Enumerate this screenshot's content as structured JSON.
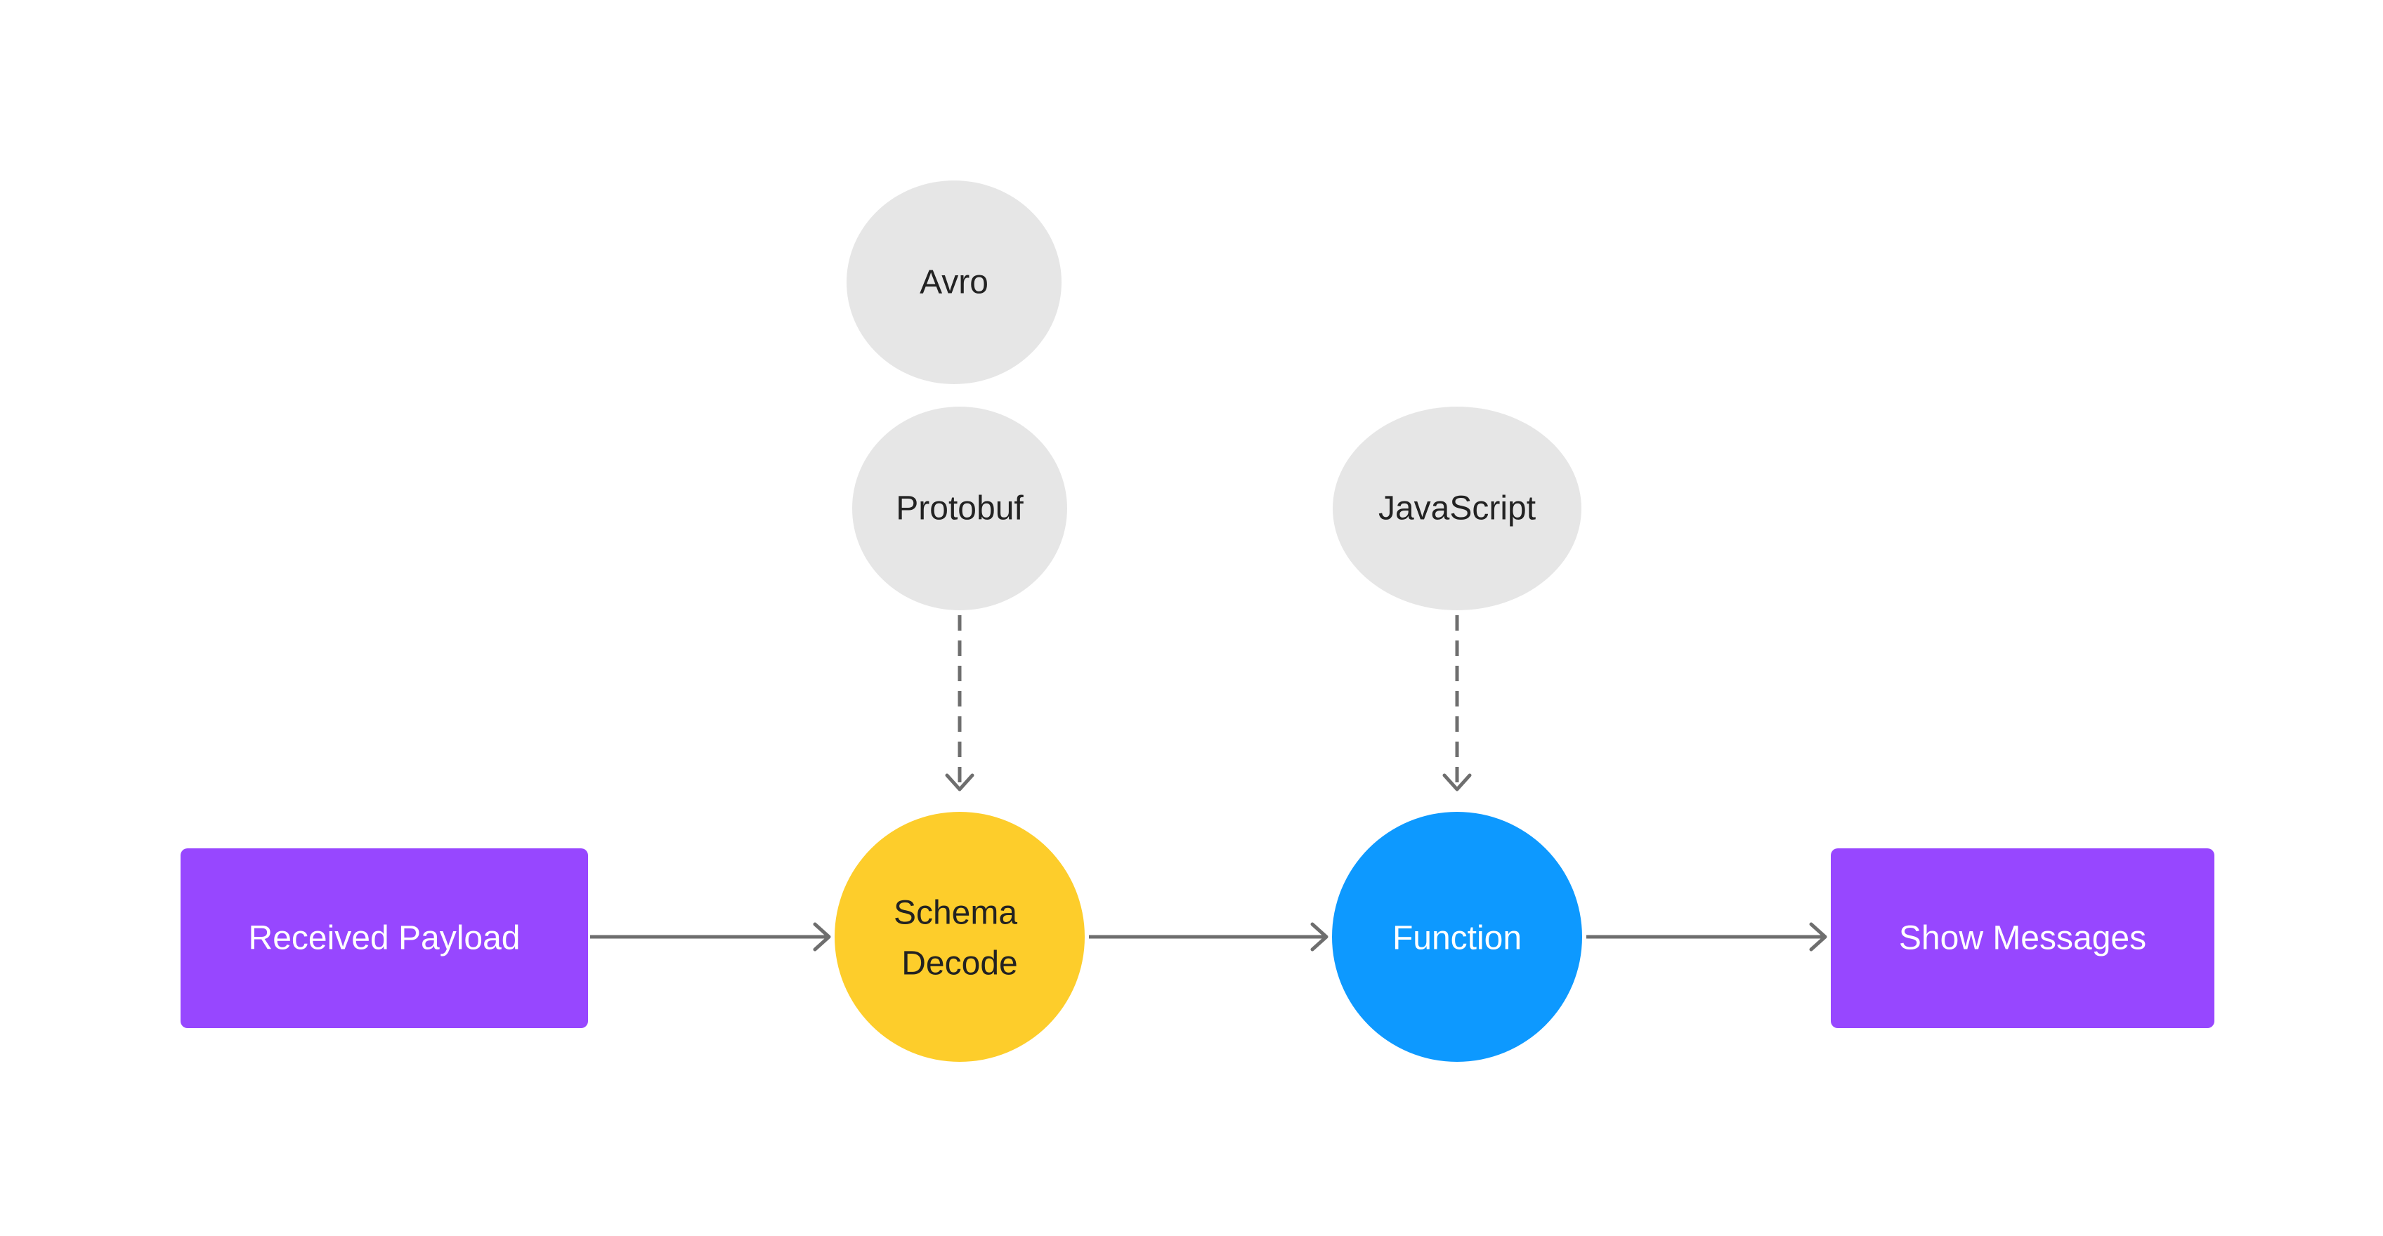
{
  "diagram": {
    "nodes": {
      "avro": {
        "label": "Avro",
        "shape": "ellipse",
        "color": "#e6e6e6"
      },
      "protobuf": {
        "label": "Protobuf",
        "shape": "ellipse",
        "color": "#e6e6e6"
      },
      "javascript": {
        "label": "JavaScript",
        "shape": "ellipse",
        "color": "#e6e6e6"
      },
      "received_payload": {
        "label": "Received Payload",
        "shape": "rectangle",
        "color": "#9747ff"
      },
      "schema_decode": {
        "label_line1": "Schema",
        "label_line2": "Decode",
        "shape": "circle",
        "color": "#fdcd2b"
      },
      "function": {
        "label": "Function",
        "shape": "circle",
        "color": "#0d99ff"
      },
      "show_messages": {
        "label": "Show Messages",
        "shape": "rectangle",
        "color": "#9747ff"
      }
    },
    "edges": [
      {
        "from": "received_payload",
        "to": "schema_decode",
        "style": "solid"
      },
      {
        "from": "schema_decode",
        "to": "function",
        "style": "solid"
      },
      {
        "from": "function",
        "to": "show_messages",
        "style": "solid"
      },
      {
        "from": "protobuf",
        "to": "schema_decode",
        "style": "dashed"
      },
      {
        "from": "javascript",
        "to": "function",
        "style": "dashed"
      }
    ],
    "colors": {
      "edge": "#6e6e6e",
      "dark_text": "#222222",
      "light_text": "#ffffff"
    }
  }
}
